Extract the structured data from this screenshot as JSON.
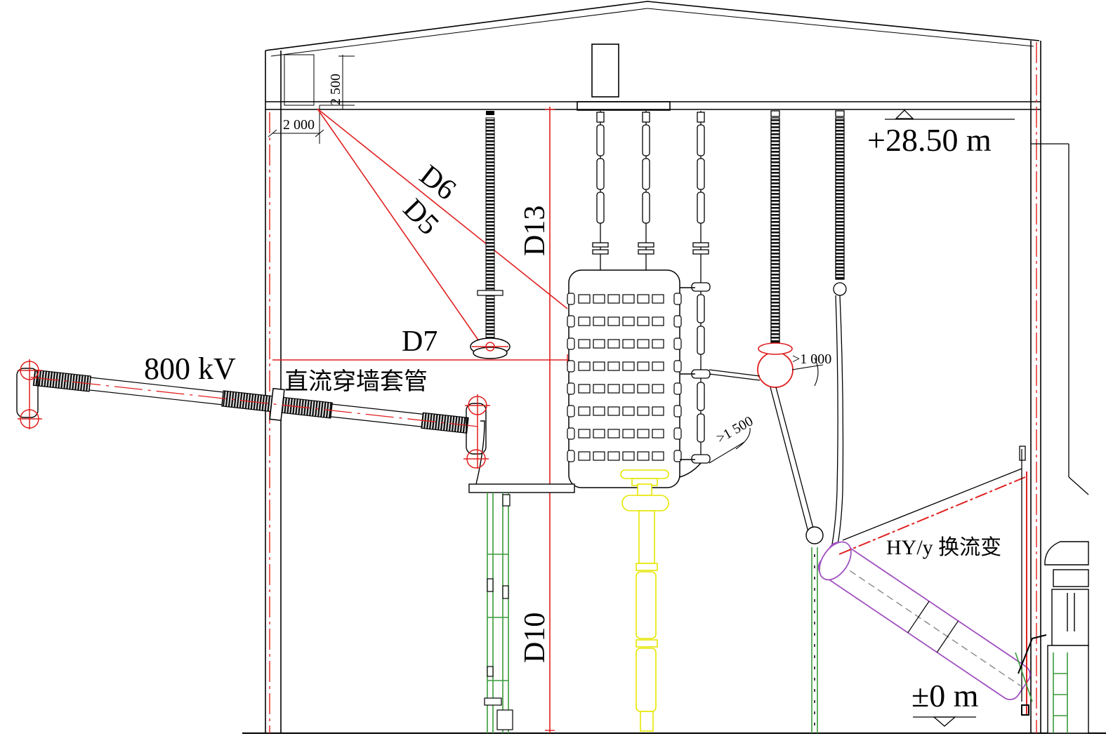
{
  "labels": {
    "d6": "D6",
    "d5": "D5",
    "d13": "D13",
    "d7": "D7",
    "d10": "D10",
    "voltage": "800 kV",
    "wall_bushing": "直流穿墙套管",
    "elevation_top": "+28.50 m",
    "elevation_ground": "±0 m",
    "converter_transformer": "HY/y 换流变",
    "dim_2500": "2 500",
    "dim_2000": "2 000",
    "dim_1000": ">1 000",
    "dim_1500": ">1 500"
  },
  "colors": {
    "line": "#000000",
    "clearance": "#e02020",
    "support_green": "#3a9a3a",
    "support_yellow": "#e6e600",
    "transformer_purple": "#a050c0",
    "bushing_fill": "#1a1a1a"
  }
}
